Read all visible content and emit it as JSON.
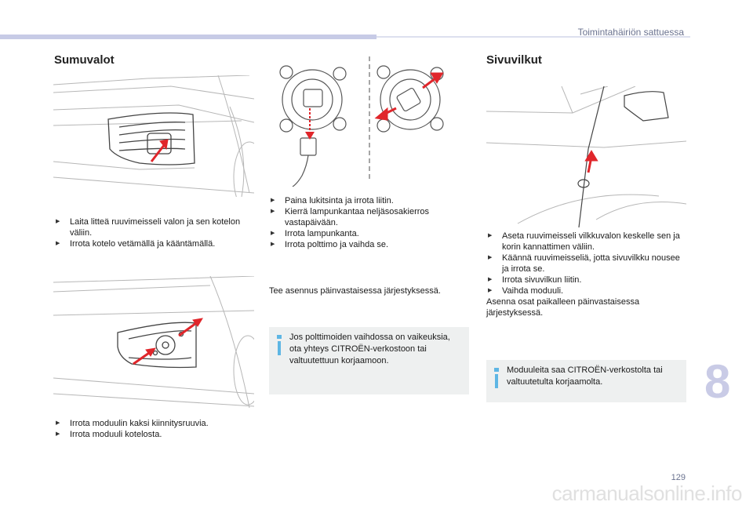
{
  "header": {
    "section_title": "Toimintahäiriön sattuessa"
  },
  "left": {
    "heading": "Sumuvalot",
    "steps_a": [
      "Laita litteä ruuvimeisseli valon ja sen kotelon väliin.",
      "Irrota kotelo vetämällä ja kääntämällä."
    ],
    "steps_b": [
      "Irrota moduulin kaksi kiinnitysruuvia.",
      "Irrota moduuli kotelosta."
    ]
  },
  "middle": {
    "steps": [
      "Paina lukitsinta ja irrota liitin.",
      "Kierrä lampunkantaa neljäsosakierros vastapäivään.",
      "Irrota lampunkanta.",
      "Irrota polttimo ja vaihda se."
    ],
    "reassembly": "Tee asennus päinvastaisessa järjestyksessä.",
    "note": "Jos polttimoiden vaihdossa on vaikeuksia, ota yhteys CITROËN-verkostoon tai valtuutettuun korjaamoon."
  },
  "right": {
    "heading": "Sivuvilkut",
    "steps": [
      "Aseta ruuvimeisseli vilkkuvalon keskelle sen ja korin kannattimen väliin.",
      "Käännä ruuvimeisseliä, jotta sivuvilkku nousee ja irrota se.",
      "Irrota sivuvilkun liitin.",
      "Vaihda moduuli."
    ],
    "reassembly": "Asenna osat paikalleen päinvastaisessa järjestyksessä.",
    "note": "Moduuleita saa CITROËN-verkostolta tai valtuutetulta korjaamolta."
  },
  "chapter_number": "8",
  "page_number": "129",
  "watermark": "carmanualsonline.info",
  "colors": {
    "accent_bar": "#c7cbe6",
    "arrow_red": "#e0262b",
    "info_blue": "#5eb6e4",
    "note_bg": "#eef0f0"
  }
}
